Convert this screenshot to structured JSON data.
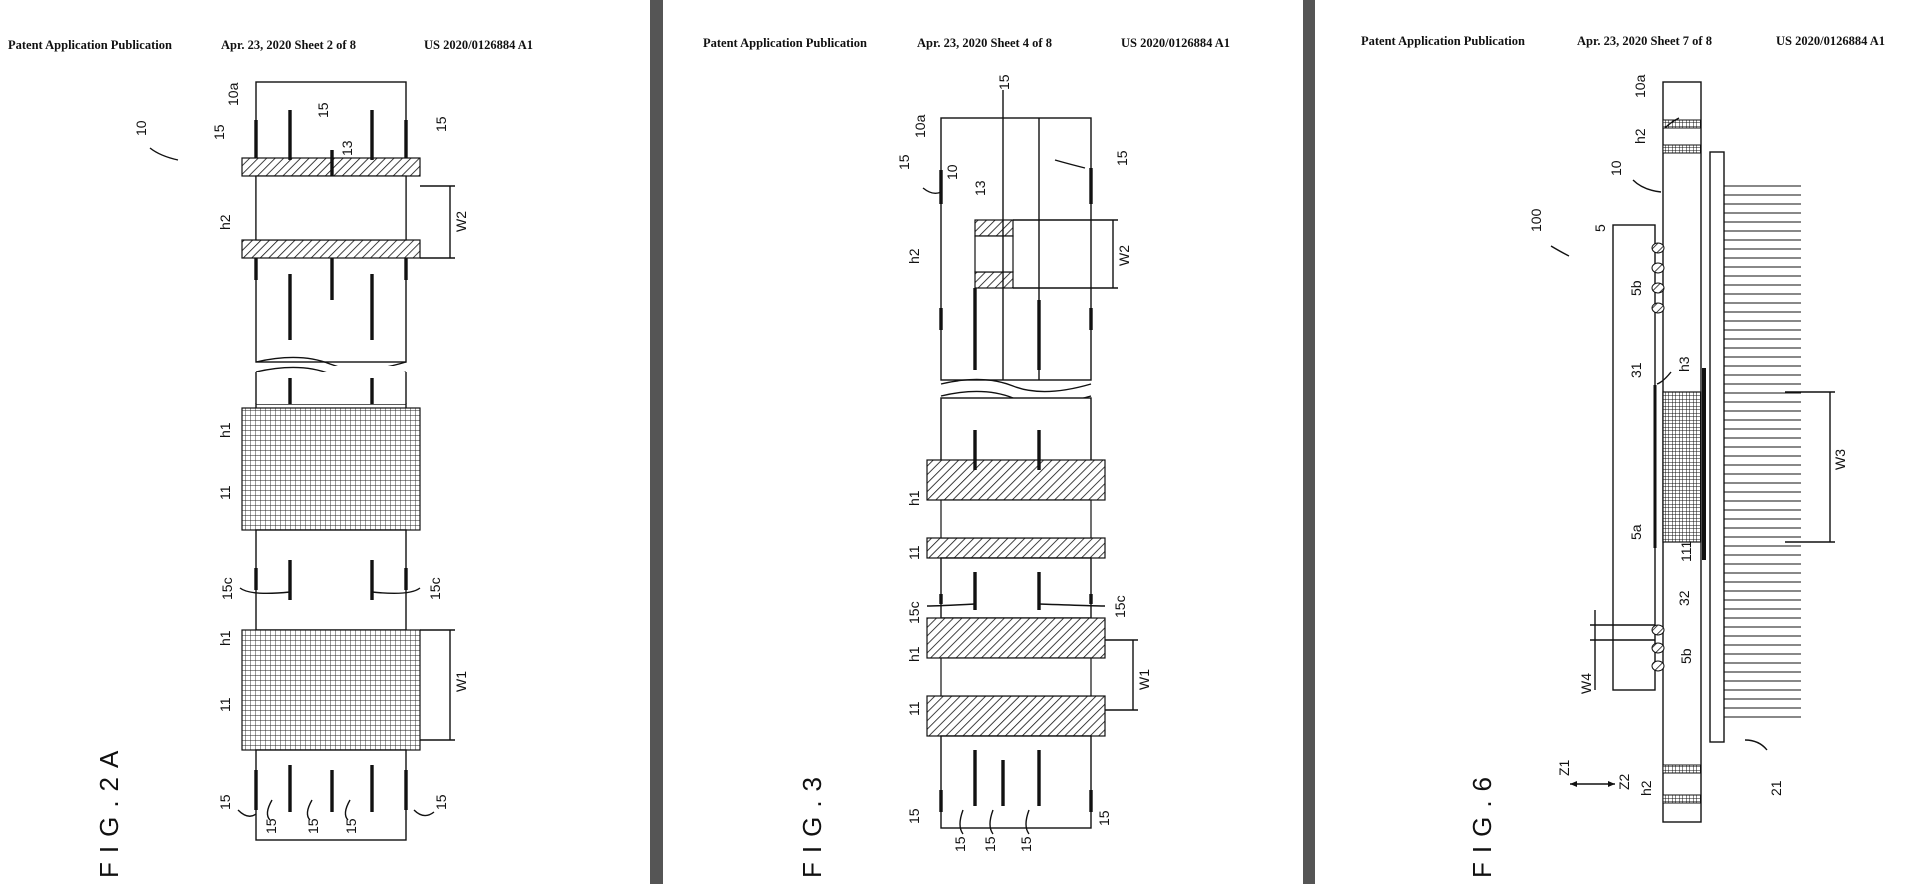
{
  "sheets": [
    {
      "header": {
        "publication": "Patent Application Publication",
        "date_sheet": "Apr. 23, 2020  Sheet 2 of 8",
        "number": "US 2020/0126884 A1"
      },
      "figure_label": "FIG.2A",
      "labels": {
        "ref10": "10",
        "ref10a": "10a",
        "ref15": "15",
        "ref13": "13",
        "h2": "h2",
        "w2": "W2",
        "h1": "h1",
        "ref11": "11",
        "ref15c": "15c",
        "w1": "W1"
      }
    },
    {
      "header": {
        "publication": "Patent Application Publication",
        "date_sheet": "Apr. 23, 2020  Sheet 4 of 8",
        "number": "US 2020/0126884 A1"
      },
      "figure_label": "FIG.3",
      "labels": {
        "ref10": "10",
        "ref10a": "10a",
        "ref15": "15",
        "ref13": "13",
        "h2": "h2",
        "w2": "W2",
        "h1": "h1",
        "ref11": "11",
        "ref15c": "15c",
        "w1": "W1"
      }
    },
    {
      "header": {
        "publication": "Patent Application Publication",
        "date_sheet": "Apr. 23, 2020  Sheet 7 of 8",
        "number": "US 2020/0126884 A1"
      },
      "figure_label": "FIG.6",
      "labels": {
        "ref10a": "10a",
        "h2": "h2",
        "ref10": "10",
        "ref100": "100",
        "ref5": "5",
        "ref5b": "5b",
        "ref31": "31",
        "h3": "h3",
        "w3": "W3",
        "ref5a": "5a",
        "ref111": "111",
        "ref32": "32",
        "w4": "W4",
        "z1": "Z1",
        "z2": "Z2",
        "ref21": "21"
      }
    }
  ]
}
